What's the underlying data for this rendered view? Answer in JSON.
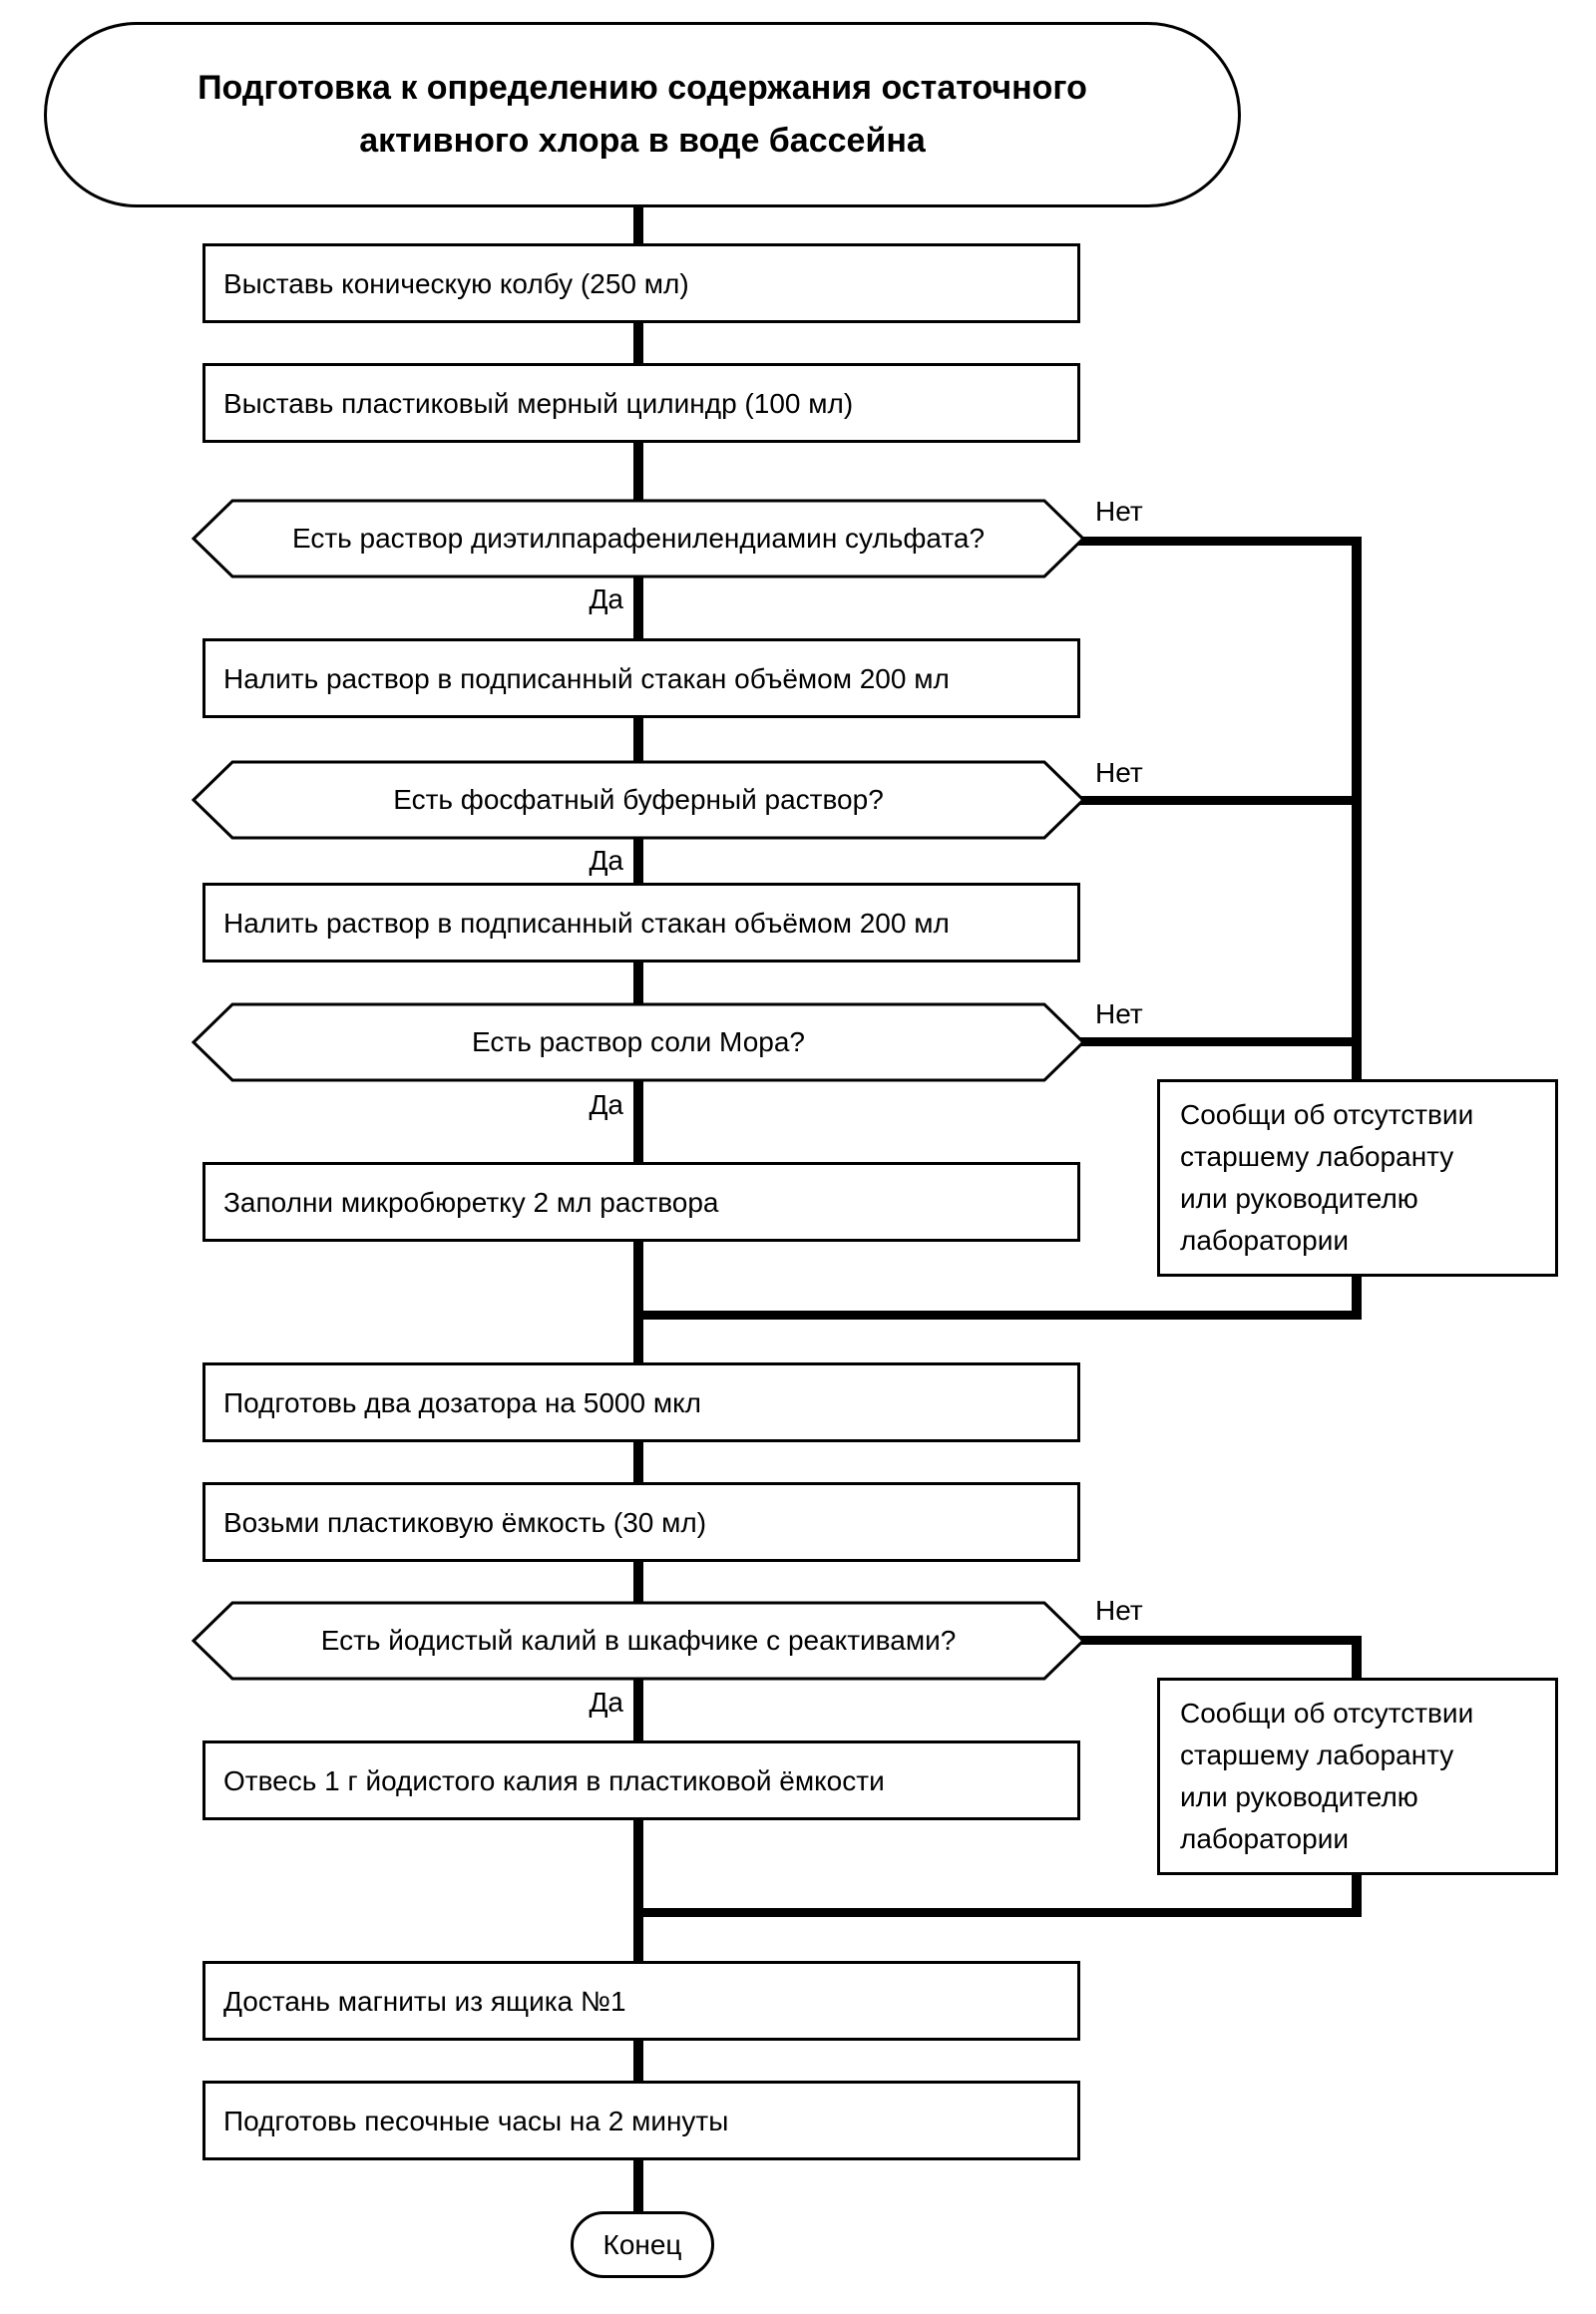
{
  "flowchart": {
    "start": "Подготовка к определению содержания остаточного\nактивного хлора в воде бассейна",
    "end": "Конец",
    "yes_label": "Да",
    "no_label": "Нет",
    "steps": {
      "s1": "Выставь коническую колбу (250 мл)",
      "s2": "Выставь пластиковый мерный цилиндр (100 мл)",
      "s3": "Налить раствор в подписанный стакан объёмом 200 мл",
      "s4": "Налить раствор в подписанный стакан объёмом 200 мл",
      "s5": "Заполни микробюретку 2 мл раствора",
      "s6": "Подготовь два дозатора на 5000 мкл",
      "s7": "Возьми пластиковую ёмкость (30 мл)",
      "s8": "Отвесь 1 г йодистого калия в пластиковой ёмкости",
      "s9": "Достань магниты из ящика №1",
      "s10": "Подготовь песочные часы на 2 минуты"
    },
    "decisions": {
      "d1": "Есть раствор диэтилпарафенилендиамин сульфата?",
      "d2": "Есть фосфатный буферный раствор?",
      "d3": "Есть раствор соли Мора?",
      "d4": "Есть йодистый калий в шкафчике с реактивами?"
    },
    "notify1": "Сообщи об отсутствии\nстаршему лаборанту\nили руководителю\nлаборатории",
    "notify2": "Сообщи об отсутствии\nстаршему лаборанту\nили руководителю\nлаборатории",
    "colors": {
      "line": "#000000",
      "fill": "#ffffff",
      "text": "#000000"
    }
  }
}
